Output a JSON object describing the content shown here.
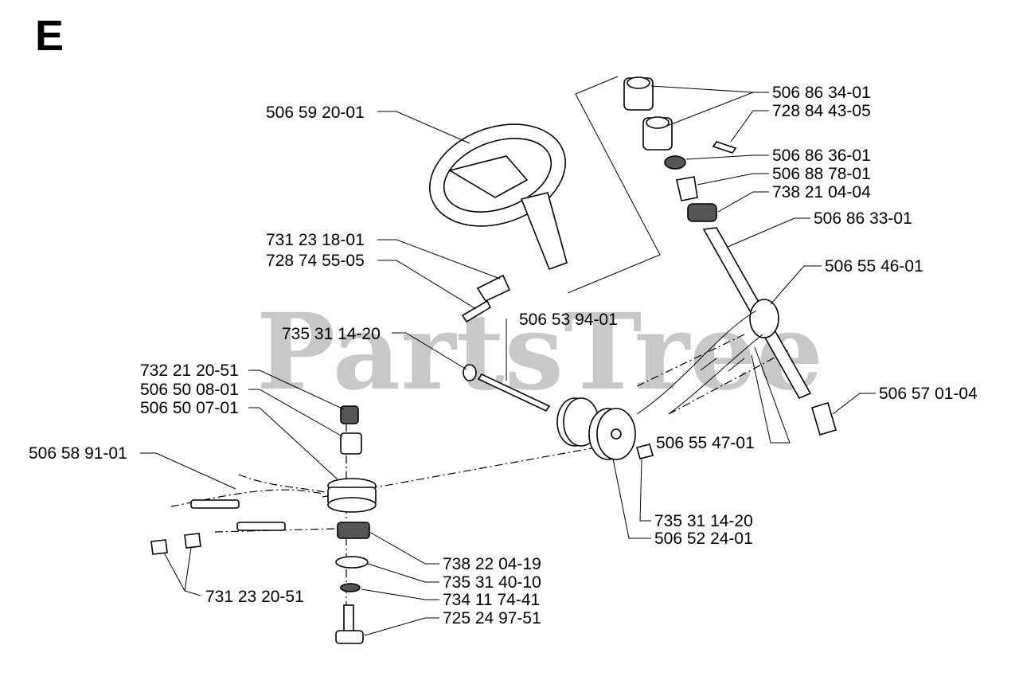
{
  "section_letter": "E",
  "watermark": "PartsTree",
  "parts": [
    {
      "id": "p1",
      "label": "506 59 20-01"
    },
    {
      "id": "p2",
      "label": "731 23 18-01"
    },
    {
      "id": "p3",
      "label": "728 74 55-05"
    },
    {
      "id": "p4",
      "label": "735 31 14-20"
    },
    {
      "id": "p5",
      "label": "506 53 94-01"
    },
    {
      "id": "p6",
      "label": "732 21 20-51"
    },
    {
      "id": "p7",
      "label": "506 50 08-01"
    },
    {
      "id": "p8",
      "label": "506 50 07-01"
    },
    {
      "id": "p9",
      "label": "506 58 91-01"
    },
    {
      "id": "p10",
      "label": "731 23 20-51"
    },
    {
      "id": "p11",
      "label": "738 22 04-19"
    },
    {
      "id": "p12",
      "label": "735 31 40-10"
    },
    {
      "id": "p13",
      "label": "734 11 74-41"
    },
    {
      "id": "p14",
      "label": "725 24 97-51"
    },
    {
      "id": "p15",
      "label": "506 86 34-01"
    },
    {
      "id": "p16",
      "label": "728 84 43-05"
    },
    {
      "id": "p17",
      "label": "506 86 36-01"
    },
    {
      "id": "p18",
      "label": "506 88 78-01"
    },
    {
      "id": "p19",
      "label": "738 21 04-04"
    },
    {
      "id": "p20",
      "label": "506 86 33-01"
    },
    {
      "id": "p21",
      "label": "506 55 46-01"
    },
    {
      "id": "p22",
      "label": "506 57 01-04"
    },
    {
      "id": "p23",
      "label": "506 55 47-01"
    },
    {
      "id": "p24",
      "label": "735 31 14-20"
    },
    {
      "id": "p25",
      "label": "506 52 24-01"
    }
  ]
}
